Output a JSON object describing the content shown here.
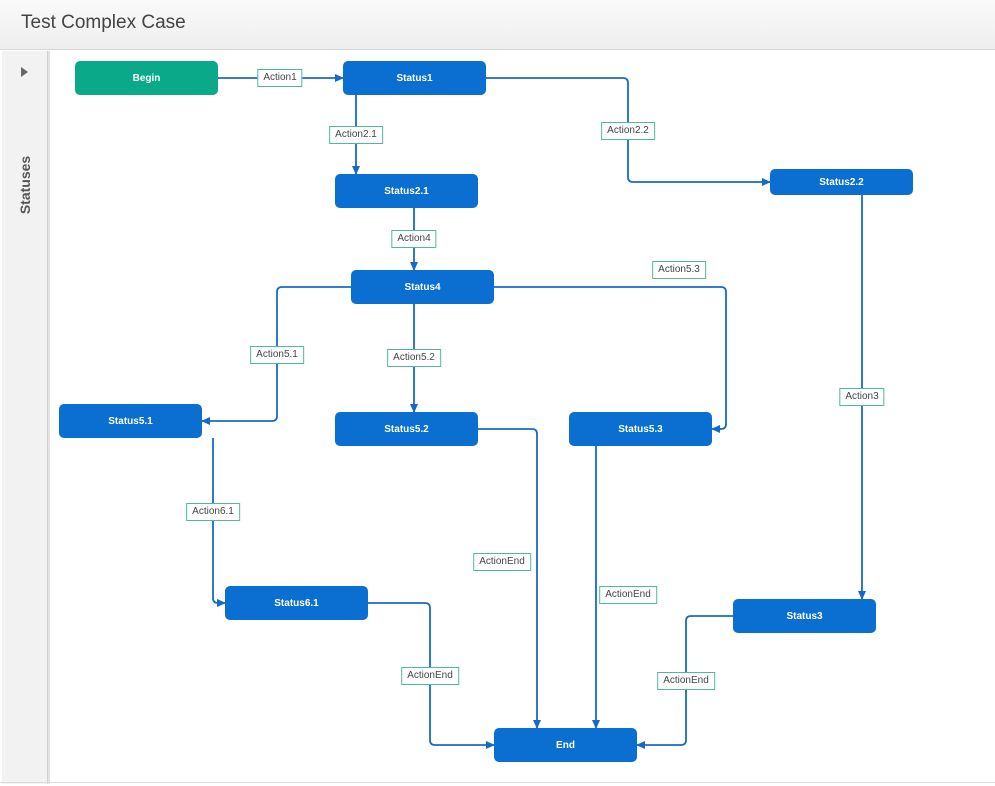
{
  "header": {
    "title": "Test Complex Case"
  },
  "sidebar": {
    "label": "Statuses",
    "toggle_icon": "triangle-right-icon"
  },
  "colors": {
    "status": "#0a6fd1",
    "start": "#0aa989",
    "edge": "#1769c9",
    "label_border": "#4fb8a0"
  },
  "diagram": {
    "nodes": [
      {
        "id": "begin",
        "label": "Begin",
        "kind": "start"
      },
      {
        "id": "status1",
        "label": "Status1",
        "kind": "status"
      },
      {
        "id": "status2_1",
        "label": "Status2.1",
        "kind": "status"
      },
      {
        "id": "status2_2",
        "label": "Status2.2",
        "kind": "status"
      },
      {
        "id": "status4",
        "label": "Status4",
        "kind": "status"
      },
      {
        "id": "status5_1",
        "label": "Status5.1",
        "kind": "status"
      },
      {
        "id": "status5_2",
        "label": "Status5.2",
        "kind": "status"
      },
      {
        "id": "status5_3",
        "label": "Status5.3",
        "kind": "status"
      },
      {
        "id": "status6_1",
        "label": "Status6.1",
        "kind": "status"
      },
      {
        "id": "status3",
        "label": "Status3",
        "kind": "status"
      },
      {
        "id": "end",
        "label": "End",
        "kind": "status"
      }
    ],
    "edges": [
      {
        "id": "e_action1",
        "label": "Action1",
        "from": "begin",
        "to": "status1"
      },
      {
        "id": "e_action2_1",
        "label": "Action2.1",
        "from": "status1",
        "to": "status2_1"
      },
      {
        "id": "e_action2_2",
        "label": "Action2.2",
        "from": "status1",
        "to": "status2_2"
      },
      {
        "id": "e_action4",
        "label": "Action4",
        "from": "status2_1",
        "to": "status4"
      },
      {
        "id": "e_action5_1",
        "label": "Action5.1",
        "from": "status4",
        "to": "status5_1"
      },
      {
        "id": "e_action5_2",
        "label": "Action5.2",
        "from": "status4",
        "to": "status5_2"
      },
      {
        "id": "e_action5_3",
        "label": "Action5.3",
        "from": "status4",
        "to": "status5_3"
      },
      {
        "id": "e_action3",
        "label": "Action3",
        "from": "status2_2",
        "to": "status3"
      },
      {
        "id": "e_action6_1",
        "label": "Action6.1",
        "from": "status5_1",
        "to": "status6_1"
      },
      {
        "id": "e_end_5_2",
        "label": "ActionEnd",
        "from": "status5_2",
        "to": "end"
      },
      {
        "id": "e_end_5_3",
        "label": "ActionEnd",
        "from": "status5_3",
        "to": "end"
      },
      {
        "id": "e_end_6_1",
        "label": "ActionEnd",
        "from": "status6_1",
        "to": "end"
      },
      {
        "id": "e_end_3",
        "label": "ActionEnd",
        "from": "status3",
        "to": "end"
      }
    ]
  }
}
